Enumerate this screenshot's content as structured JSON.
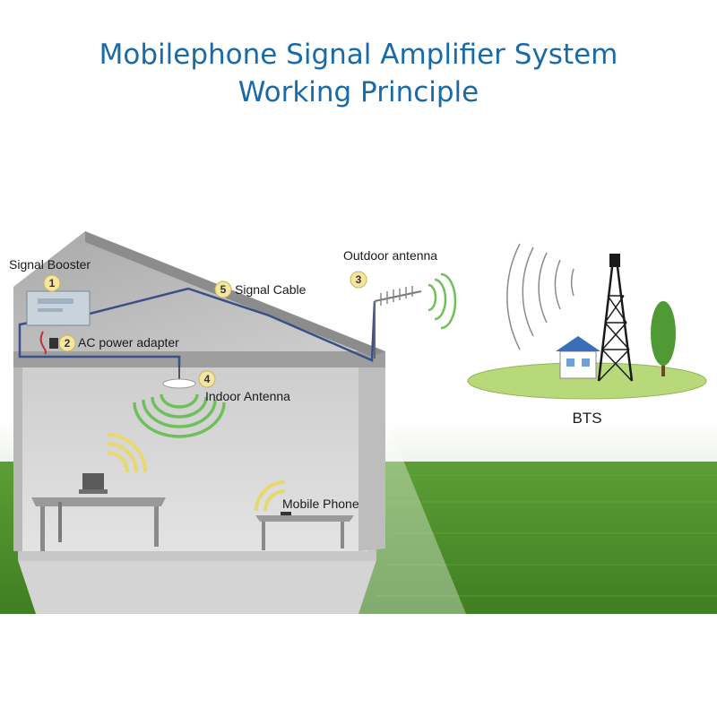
{
  "title": {
    "line1": "Mobilephone Signal Amplifier System",
    "line2": "Working Principle"
  },
  "colors": {
    "title": "#1b6aa8",
    "grass": "#4c8f2c",
    "cable": "#3a4f88",
    "badge": "#f4e6a0",
    "signal": "#6fc05a",
    "signal_yellow": "#e8d870",
    "bts_ground": "#b8d979"
  },
  "components": [
    {
      "number": "1",
      "label": "Signal Booster",
      "icon": "signal-booster-icon"
    },
    {
      "number": "2",
      "label": "AC power adapter",
      "icon": "power-adapter-icon"
    },
    {
      "number": "3",
      "label": "Outdoor  antenna",
      "icon": "yagi-antenna-icon"
    },
    {
      "number": "4",
      "label": "Indoor Antenna",
      "icon": "ceiling-antenna-icon"
    },
    {
      "number": "5",
      "label": "Signal Cable",
      "icon": "cable-icon"
    }
  ],
  "labels": {
    "mobile_phone": "Mobile Phone",
    "bts": "BTS"
  }
}
